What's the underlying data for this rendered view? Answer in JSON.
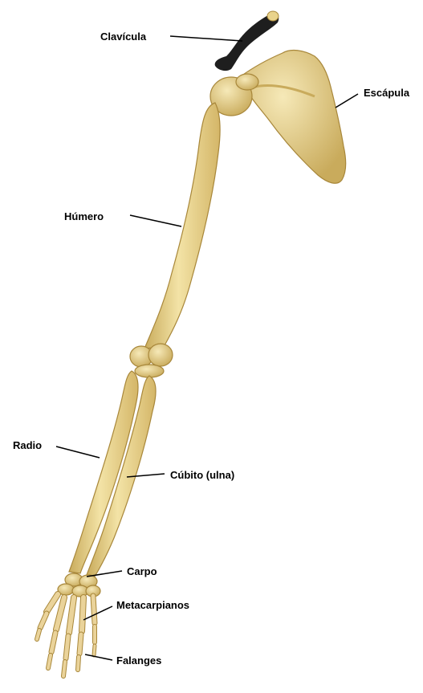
{
  "colors": {
    "bone_fill": "#e9d38c",
    "bone_shadow": "#c9ab5c",
    "bone_outline": "#a8873a",
    "clavicle_dark": "#1e1e1e",
    "leader_line": "#000000",
    "background": "#ffffff"
  },
  "labels": {
    "clavicula": "Clavícula",
    "escapula": "Escápula",
    "humero": "Húmero",
    "radio": "Radio",
    "cubito": "Cúbito (ulna)",
    "carpo": "Carpo",
    "metacarpianos": "Metacarpianos",
    "falanges": "Falanges"
  }
}
